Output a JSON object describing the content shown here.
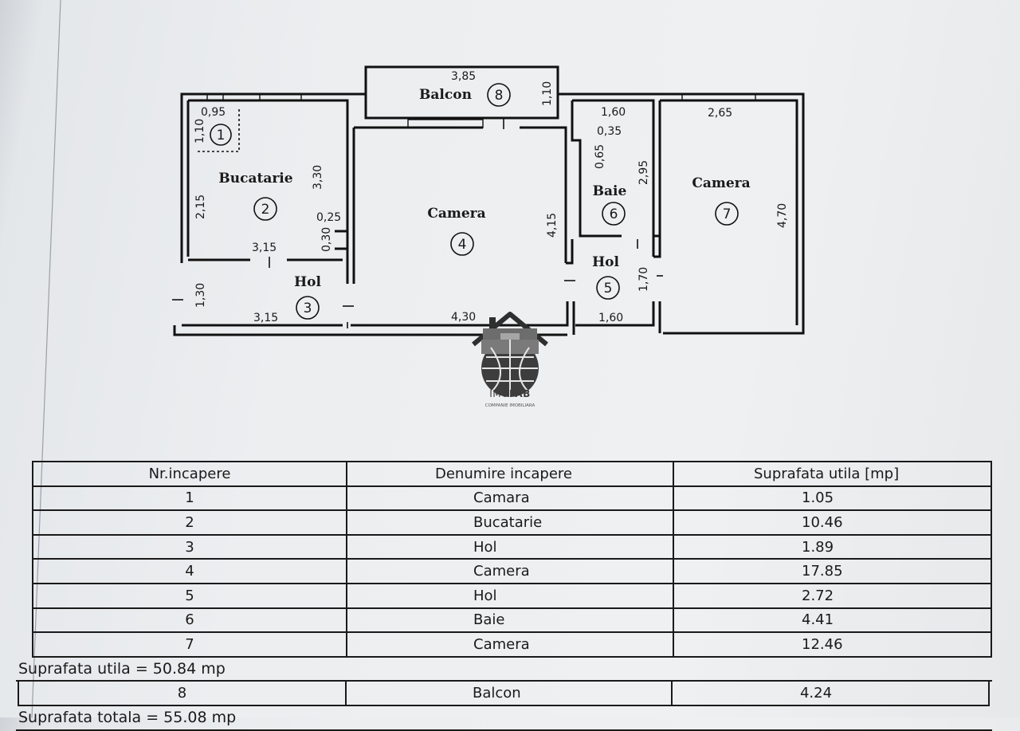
{
  "plan": {
    "rooms": [
      {
        "num": "1",
        "label": ""
      },
      {
        "num": "2",
        "label": "Bucatarie"
      },
      {
        "num": "3",
        "label": "Hol"
      },
      {
        "num": "4",
        "label": "Camera"
      },
      {
        "num": "5",
        "label": "Hol"
      },
      {
        "num": "6",
        "label": "Baie"
      },
      {
        "num": "7",
        "label": "Camera"
      },
      {
        "num": "8",
        "label": "Balcon"
      }
    ],
    "dims": [
      "0,95",
      "1,10",
      "3,30",
      "2,15",
      "0,25",
      "0,30",
      "3,15",
      "1,30",
      "3,15",
      "4,30",
      "4,15",
      "3,85",
      "1,10",
      "1,60",
      "0,35",
      "0,65",
      "2,95",
      "1,70",
      "1,60",
      "2,65",
      "4,70"
    ]
  },
  "logo": {
    "name_a": "IMO",
    "name_b": "FAB",
    "tagline": "COMPANIE IMOBILIARA",
    "color": "#3a3a3a"
  },
  "table": {
    "headers": [
      "Nr.incapere",
      "Denumire incapere",
      "Suprafata utila [mp]"
    ],
    "rows": [
      [
        "1",
        "Camara",
        "1.05"
      ],
      [
        "2",
        "Bucatarie",
        "10.46"
      ],
      [
        "3",
        "Hol",
        "1.89"
      ],
      [
        "4",
        "Camera",
        "17.85"
      ],
      [
        "5",
        "Hol",
        "2.72"
      ],
      [
        "6",
        "Baie",
        "4.41"
      ],
      [
        "7",
        "Camera",
        "12.46"
      ]
    ],
    "summary_utila": "Suprafata utila = 50.84 mp",
    "balcon_row": [
      "8",
      "Balcon",
      "4.24"
    ],
    "summary_totala": "Suprafata totala = 55.08 mp"
  }
}
